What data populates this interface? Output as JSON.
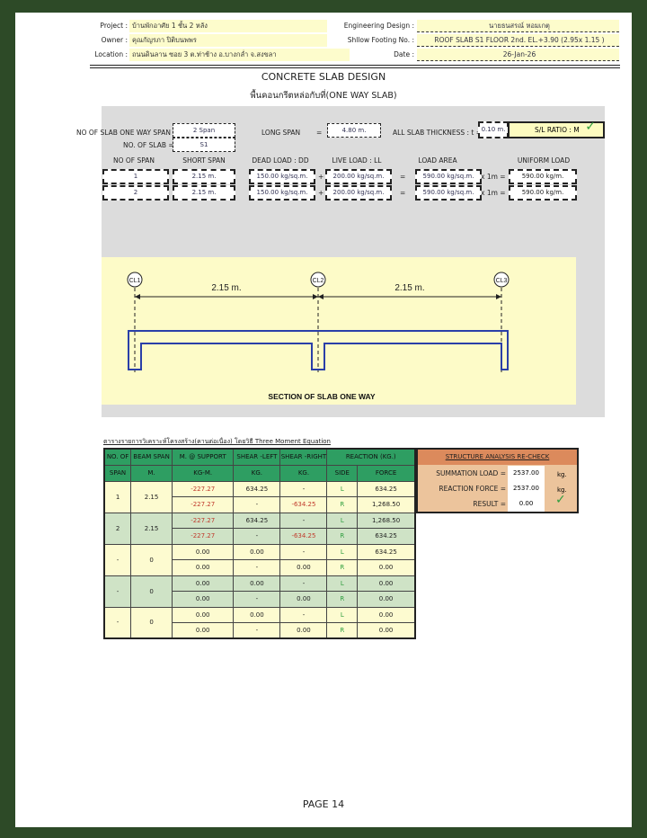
{
  "header": {
    "project_label": "Project :",
    "project": "บ้านพักอาศัย 1 ชั้น 2 หลัง",
    "owner_label": "Owner :",
    "owner": "คุณกัญรภา ปิติบนพพร",
    "location_label": "Location :",
    "location": "ถนนดินลาน ซอย 3 ต.ท่าช้าง อ.บางกล่ำ จ.สงขลา",
    "engineer_label": "Engineering Design :",
    "engineer": "นายธนสรณ์ หอมเกตุ",
    "footing_label": "Shllow Footing No. :",
    "footing": "ROOF SLAB S1 FLOOR 2nd. EL.+3.90 (2.95x 1.15 )",
    "date_label": "Date :",
    "date": "26-Jan-26"
  },
  "title": "CONCRETE SLAB DESIGN",
  "subtitle": "พื้นคอนกรีตหล่อกับที่(ONE WAY SLAB)",
  "inputs": {
    "no_slab_span_label": "NO OF SLAB ONE WAY SPAN",
    "no_slab_span": "2 Span",
    "no_slab_label": "NO. OF SLAB =",
    "no_slab": "S1",
    "long_span_label": "LONG SPAN",
    "eq": "=",
    "long_span": "4.80 m.",
    "thickness_label": "ALL SLAB THICKNESS : t =",
    "thickness": "0.10 m.",
    "ratio": "S/L RATIO : M",
    "check": "✓"
  },
  "loads": {
    "headers": [
      "NO OF SPAN",
      "SHORT SPAN",
      "DEAD LOAD : DD",
      "LIVE LOAD : LL",
      "LOAD AREA",
      "UNIFORM LOAD"
    ],
    "plus": "+",
    "equals": "=",
    "x1m": "x 1m  =",
    "rows": [
      {
        "span": "1",
        "short": "2.15 m.",
        "dead": "150.00 kg/sq.m.",
        "live": "200.00 kg/sq.m.",
        "area": "590.00 kg/sq.m.",
        "uniform": "590.00 kg/m."
      },
      {
        "span": "2",
        "short": "2.15 m.",
        "dead": "150.00 kg/sq.m.",
        "live": "200.00 kg/sq.m.",
        "area": "590.00 kg/sq.m.",
        "uniform": "590.00 kg/m."
      }
    ]
  },
  "diagram": {
    "cl": [
      "CL1",
      "CL2",
      "CL3"
    ],
    "spans": [
      "2.15 m.",
      "2.15 m."
    ],
    "caption": "SECTION OF SLAB ONE WAY"
  },
  "table": {
    "title": "ตารางรายการวิเคราะห์โครงสร้าง(คานต่อเนื่อง) โดยวิธี Three Moment Equation",
    "head1": [
      "NO. OF",
      "BEAM SPAN",
      "M. @ SUPPORT",
      "SHEAR -LEFT",
      "SHEAR -RIGHT",
      "REACTION (KG.)"
    ],
    "head2": [
      "SPAN",
      "M.",
      "KG-M.",
      "KG.",
      "KG.",
      "SIDE",
      "FORCE"
    ],
    "groups": [
      {
        "span": "1",
        "beam": "2.15",
        "rows": [
          [
            "-227.27",
            "634.25",
            "-",
            "L",
            "634.25"
          ],
          [
            "-227.27",
            "-",
            "-634.25",
            "R",
            "1,268.50"
          ]
        ]
      },
      {
        "span": "2",
        "beam": "2.15",
        "rows": [
          [
            "-227.27",
            "634.25",
            "-",
            "L",
            "1,268.50"
          ],
          [
            "-227.27",
            "-",
            "-634.25",
            "R",
            "634.25"
          ]
        ]
      },
      {
        "span": "-",
        "beam": "0",
        "rows": [
          [
            "0.00",
            "0.00",
            "-",
            "L",
            "634.25"
          ],
          [
            "0.00",
            "-",
            "0.00",
            "R",
            "0.00"
          ]
        ]
      },
      {
        "span": "-",
        "beam": "0",
        "rows": [
          [
            "0.00",
            "0.00",
            "-",
            "L",
            "0.00"
          ],
          [
            "0.00",
            "-",
            "0.00",
            "R",
            "0.00"
          ]
        ]
      },
      {
        "span": "-",
        "beam": "0",
        "rows": [
          [
            "0.00",
            "0.00",
            "-",
            "L",
            "0.00"
          ],
          [
            "0.00",
            "-",
            "0.00",
            "R",
            "0.00"
          ]
        ]
      }
    ]
  },
  "recheck": {
    "title": "STRUCTURE ANALYSIS RE-CHECK",
    "sum_label": "SUMMATION  LOAD =",
    "sum": "2537.00",
    "unit": "kg.",
    "reaction_label": "REACTION FORCE =",
    "reaction": "2537.00",
    "result_label": "RESULT =",
    "result": "0.00",
    "check": "✓"
  },
  "footer": {
    "page": "PAGE 14"
  }
}
